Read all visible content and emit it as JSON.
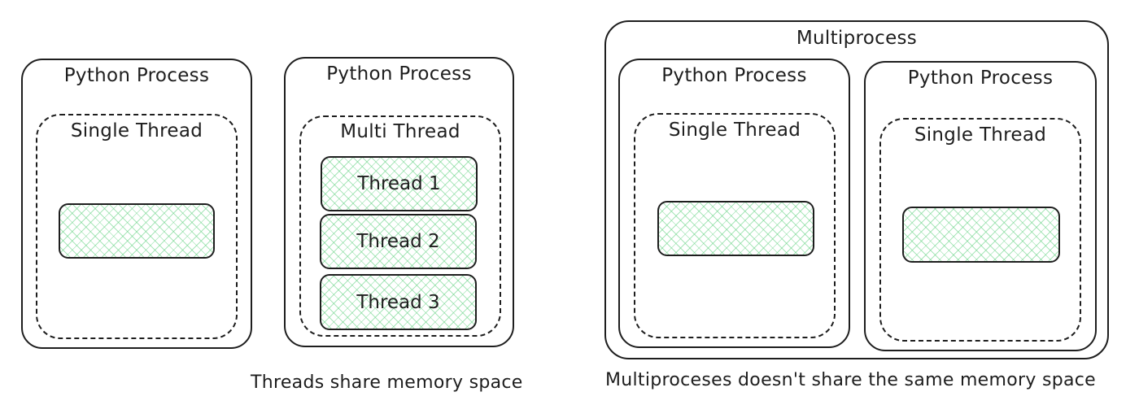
{
  "left_process": {
    "title": "Python Process",
    "thread_label": "Single Thread"
  },
  "middle_process": {
    "title": "Python Process",
    "thread_label": "Multi Thread",
    "threads": [
      "Thread 1",
      "Thread 2",
      "Thread 3"
    ]
  },
  "multiprocess": {
    "title": "Multiprocess",
    "processes": [
      {
        "title": "Python Process",
        "thread_label": "Single Thread"
      },
      {
        "title": "Python Process",
        "thread_label": "Single Thread"
      }
    ]
  },
  "captions": {
    "threads": "Threads share memory space",
    "multiprocess": "Multiproceses doesn't share the same memory space"
  },
  "colors": {
    "stroke": "#1e1e1e",
    "hatch_fill": "#64d282"
  }
}
